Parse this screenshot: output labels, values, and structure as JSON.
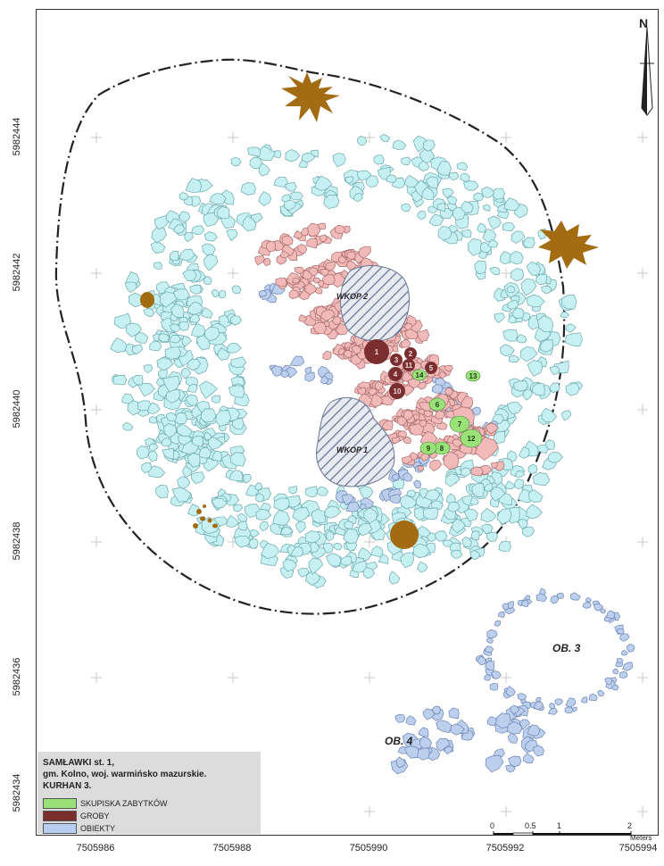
{
  "map": {
    "y_axis_labels": [
      "5982444",
      "5982442",
      "5982440",
      "5982438",
      "5982436",
      "5982434"
    ],
    "x_axis_labels": [
      "7505986",
      "7505988",
      "7505990",
      "7505992",
      "7505994"
    ],
    "area_labels": {
      "wkop1": "WKOP 1",
      "wkop2": "WKOP 2",
      "ob3": "OB. 3",
      "ob4": "OB. 4"
    },
    "grave_numbers": [
      "1",
      "2",
      "3",
      "4",
      "5",
      "10",
      "11"
    ],
    "cluster_numbers": [
      "6",
      "7",
      "8",
      "9",
      "12",
      "13",
      "14"
    ],
    "north_label": "N",
    "scale_bar": {
      "tick_labels": [
        "0",
        "0.5",
        "1",
        "2"
      ],
      "unit": "Meters"
    }
  },
  "legend": {
    "title_lines": [
      "SAMŁAWKI st. 1,",
      "gm. Kolno, woj. warmińsko mazurskie.",
      "KURHAN 3."
    ],
    "items": [
      {
        "label": "SKUPISKA ZABYTKÓW",
        "color": "#9be17a"
      },
      {
        "label": "GROBY",
        "color": "#7a2e2e"
      },
      {
        "label": "OBIEKTY",
        "color": "#b8cdef"
      }
    ]
  },
  "colors": {
    "stones": "#c6f0f2",
    "pavement": "#f2b9b9",
    "features": "#bcd0ee",
    "burned": "#a36b12",
    "graves": "#7a2e2e",
    "clusters": "#9be17a"
  }
}
